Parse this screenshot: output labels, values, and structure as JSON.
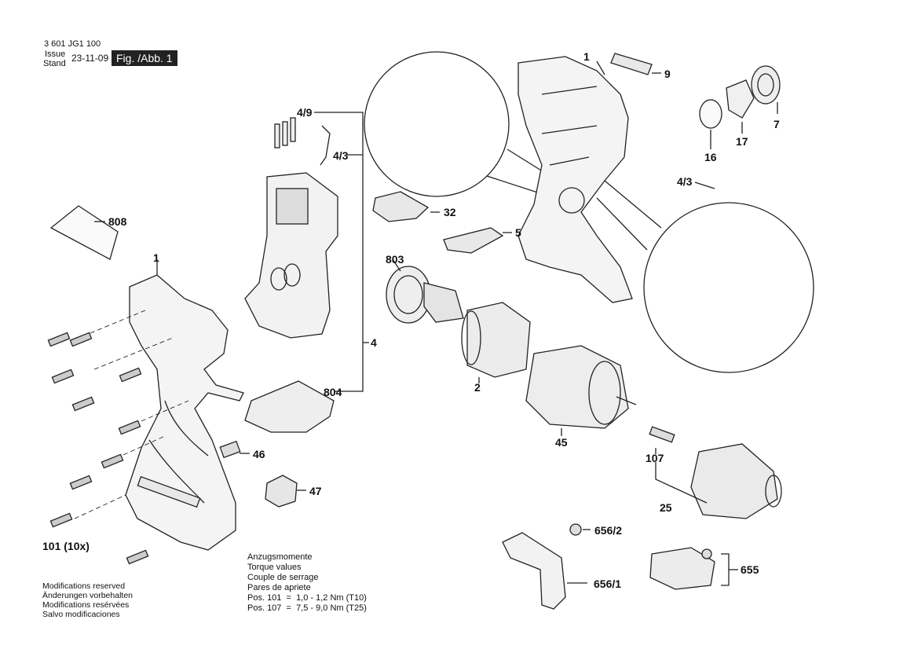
{
  "header": {
    "doc_number": "3 601 JG1 100",
    "issue_label": "Issue",
    "stand_label": "Stand",
    "date": "23-11-09",
    "figure": "Fig. /Abb. 1"
  },
  "part_labels": {
    "p1_top": "1",
    "p9": "9",
    "p7": "7",
    "p17": "17",
    "p16": "16",
    "p4_3_detail": "4/3",
    "p4_9": "4/9",
    "p4_3": "4/3",
    "p32": "32",
    "p5": "5",
    "p808": "808",
    "p1_left": "1",
    "p803": "803",
    "p4": "4",
    "p2": "2",
    "p804": "804",
    "p45": "45",
    "p46": "46",
    "p107": "107",
    "p47": "47",
    "p25": "25",
    "p656_2": "656/2",
    "p655": "655",
    "p656_1": "656/1",
    "p101": "101 (10x)"
  },
  "torque": {
    "title_de": "Anzugsmomente",
    "title_en": "Torque values",
    "title_fr": "Couple de serrage",
    "title_es": "Pares de apriete",
    "row1": "Pos. 101  =  1,0 - 1,2 Nm (T10)",
    "row2": "Pos. 107  =  7,5 - 9,0 Nm (T25)"
  },
  "modifications": {
    "en": "Modifications reserved",
    "de": "Änderungen vorbehalten",
    "fr": "Modifications resérvées",
    "es": "Salvo modificaciones"
  }
}
